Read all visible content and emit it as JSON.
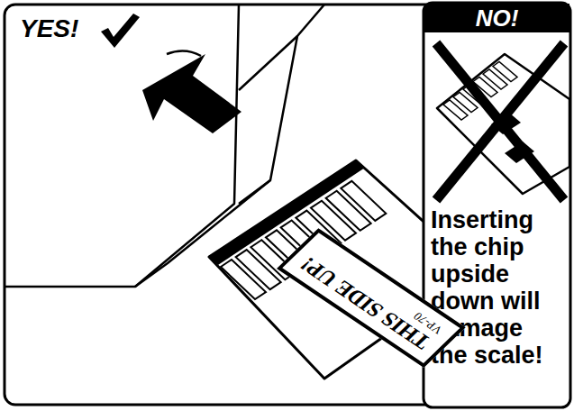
{
  "diagram": {
    "nodes": [
      {
        "text": [
          "Inserting the chip upside down will damage the scale!"
        ]
      },
      {
        "text": [
          "NO!"
        ],
        "in": 0
      },
      {
        "text": [
          "THIS SIDE UP!",
          "VP-70"
        ]
      }
    ],
    "labels": [
      "YES!"
    ]
  }
}
